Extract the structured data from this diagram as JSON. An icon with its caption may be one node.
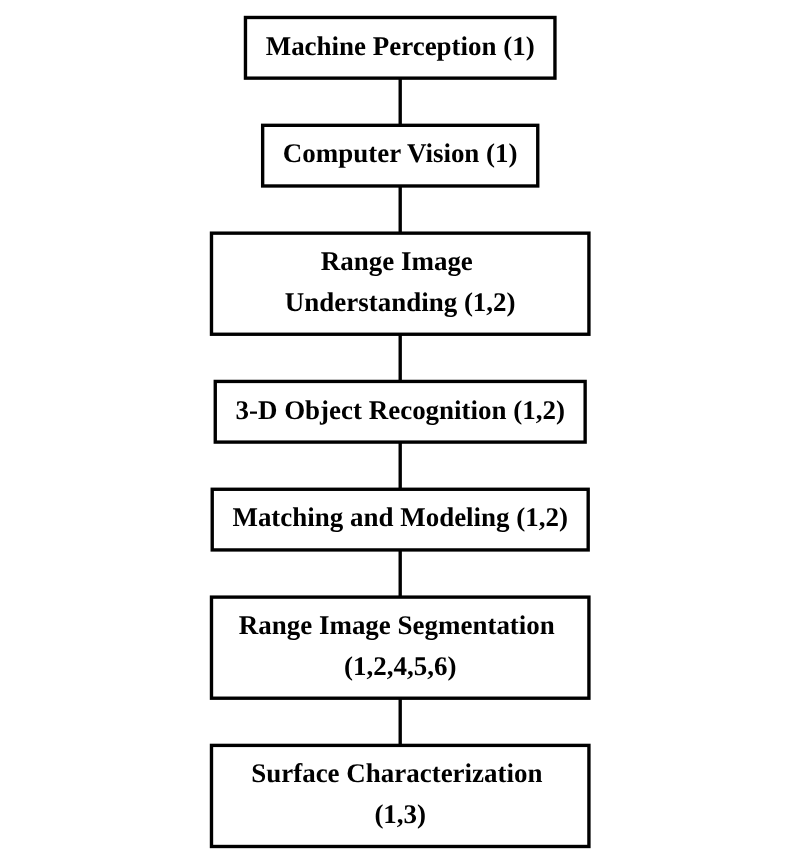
{
  "diagram": {
    "nodes": [
      {
        "text": [
          "Machine Perception (1)"
        ]
      },
      {
        "text": [
          "Computer Vision (1)"
        ]
      },
      {
        "text": [
          "Range Image Understanding (1,2)"
        ]
      },
      {
        "text": [
          "3-D Object Recognition (1,2)"
        ]
      },
      {
        "text": [
          "Matching and Modeling (1,2)"
        ]
      },
      {
        "text": [
          "Range Image Segmentation (1,2,4,5,6)"
        ]
      },
      {
        "text": [
          "Surface Characterization (1,3)"
        ]
      }
    ],
    "edges": [
      {
        "from": 0,
        "to": 1,
        "arrow": "none"
      },
      {
        "from": 1,
        "to": 2,
        "arrow": "none"
      },
      {
        "from": 2,
        "to": 3,
        "arrow": "none"
      },
      {
        "from": 3,
        "to": 4,
        "arrow": "none"
      },
      {
        "from": 4,
        "to": 5,
        "arrow": "none"
      },
      {
        "from": 5,
        "to": 6,
        "arrow": "none"
      }
    ]
  }
}
